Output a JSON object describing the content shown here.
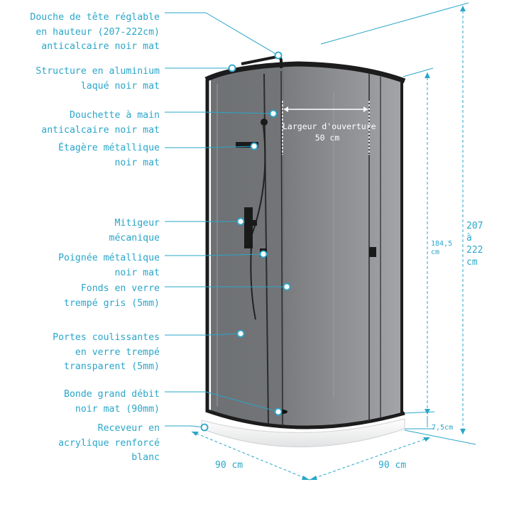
{
  "colors": {
    "accent": "#2aa6c9",
    "frame": "#1c1c1c",
    "glass_back": "#8e9093",
    "tray": "#f2f2f2"
  },
  "labels": [
    {
      "id": "head-shower",
      "text": "Douche de tête réglable\nen hauteur (207-222cm)\nanticalcaire noir mat"
    },
    {
      "id": "frame",
      "text": "Structure en aluminium\nlaqué noir mat"
    },
    {
      "id": "hand-shower",
      "text": "Douchette à main\nanticalcaire noir mat"
    },
    {
      "id": "shelf",
      "text": "Étagère métallique\nnoir mat"
    },
    {
      "id": "mixer",
      "text": "Mitigeur\nmécanique"
    },
    {
      "id": "handle",
      "text": "Poignée métallique\nnoir mat"
    },
    {
      "id": "back-glass",
      "text": "Fonds en verre\ntrempé gris (5mm)"
    },
    {
      "id": "doors",
      "text": "Portes coulissantes\nen verre trempé\ntransparent (5mm)"
    },
    {
      "id": "drain",
      "text": "Bonde grand débit\nnoir mat (90mm)"
    },
    {
      "id": "tray",
      "text": "Receveur en\nacrylique renforcé\nblanc"
    }
  ],
  "dimensions": {
    "opening": "Largeur d'ouverture\n50 cm",
    "glass_height": "184,5\ncm",
    "total_height": "207\nà\n222\ncm",
    "tray_height": "7,5cm",
    "width_left": "90 cm",
    "width_right": "90 cm"
  }
}
